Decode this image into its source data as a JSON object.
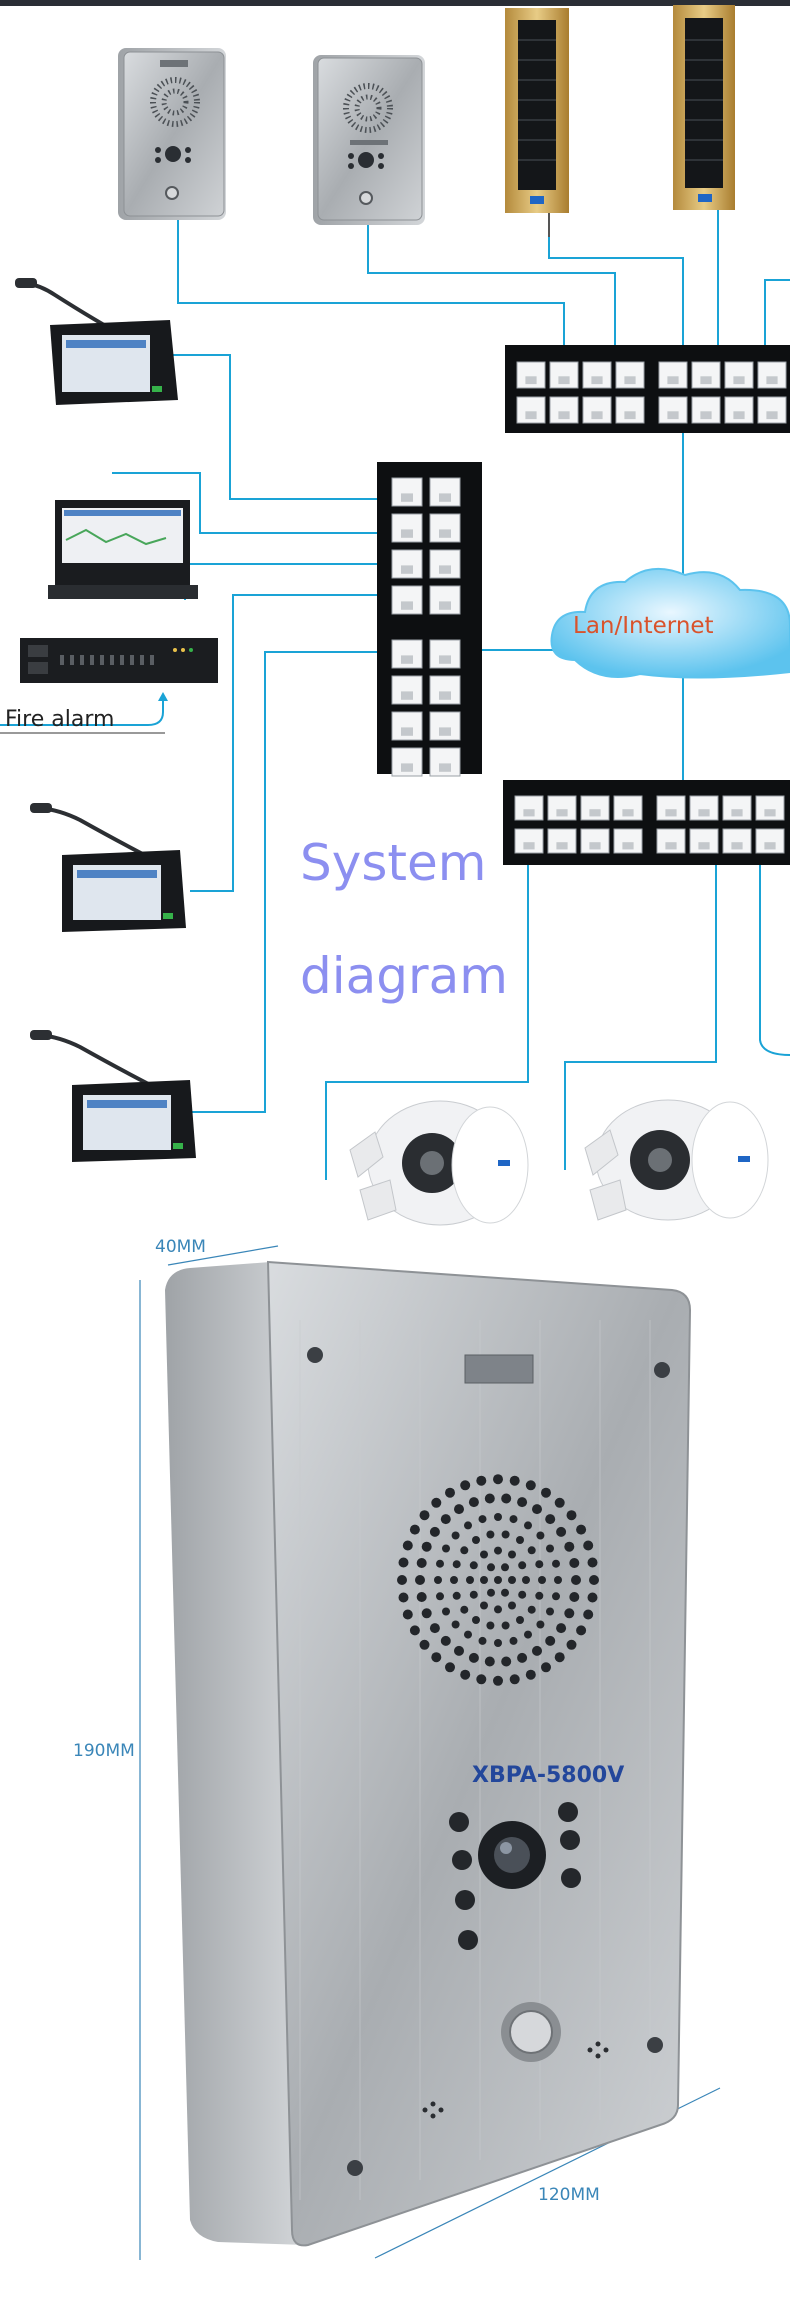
{
  "diagram": {
    "cloud_label": "Lan/Internet",
    "fire_alarm_label": "Fire alarm",
    "title_line1": "System",
    "title_line2": "diagram"
  },
  "product": {
    "model": "XBPA-5800V",
    "dim_depth": "40MM",
    "dim_height": "190MM",
    "dim_width": "120MM"
  },
  "colors": {
    "wire": "#1aa3d6",
    "title": "#8c8ff0",
    "cloud": "#5cc3ee",
    "dimension": "#3a86b8",
    "steel": "#b9bcbf"
  }
}
